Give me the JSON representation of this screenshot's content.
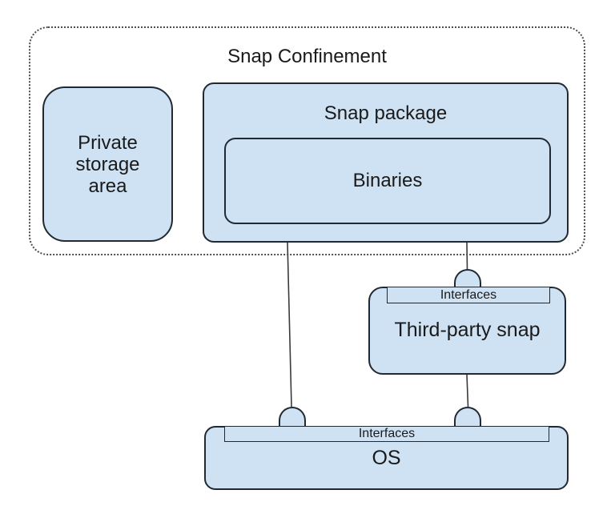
{
  "colors": {
    "box_fill": "#cfe2f3",
    "box_border": "#212a33",
    "line_color": "#3a3a3a",
    "text_color": "#1a1a1a",
    "dotted_border": "#4d4d4d",
    "page_bg": "#ffffff"
  },
  "diagram": {
    "confinement": {
      "title": "Snap Confinement"
    },
    "private_storage": {
      "label": "Private storage area"
    },
    "snap_package": {
      "label": "Snap package"
    },
    "binaries": {
      "label": "Binaries"
    },
    "third_party": {
      "label": "Third-party snap",
      "interfaces_label": "Interfaces"
    },
    "os": {
      "label": "OS",
      "interfaces_label": "Interfaces"
    }
  }
}
